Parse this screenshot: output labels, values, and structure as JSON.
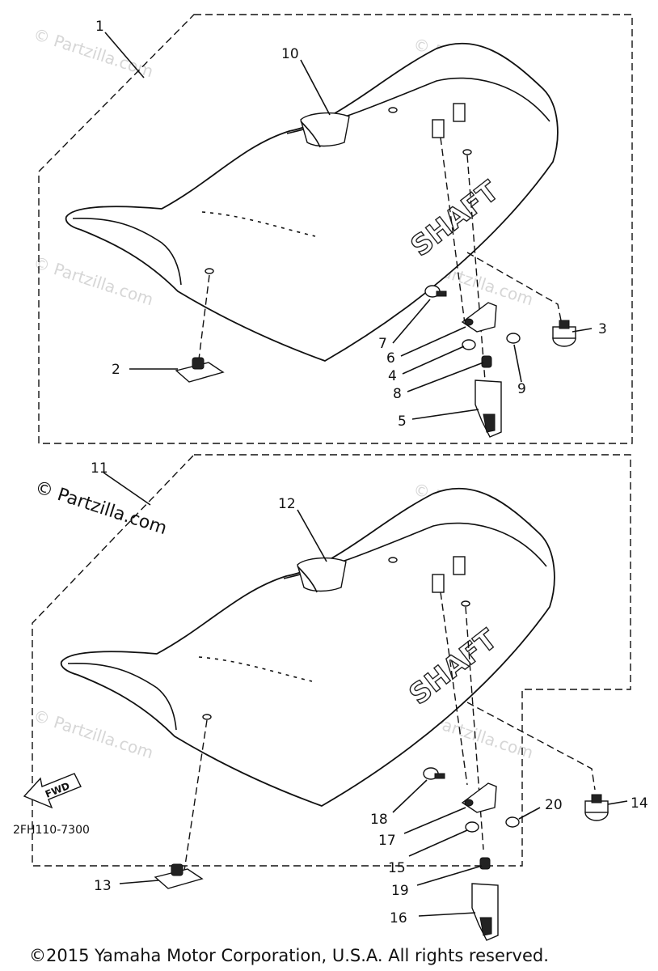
{
  "watermarks": {
    "faint": "© Partzilla.com",
    "main": "© Partzilla.com"
  },
  "seat_1": {
    "assembly_label": "1",
    "shaft_text": "SHAFT",
    "labels": {
      "p2": "2",
      "p3": "3",
      "p4": "4",
      "p5": "5",
      "p6": "6",
      "p7": "7",
      "p8": "8",
      "p9": "9",
      "p10": "10"
    }
  },
  "seat_2": {
    "assembly_label": "11",
    "shaft_text": "SHAFT",
    "labels": {
      "p12": "12",
      "p13": "13",
      "p14": "14",
      "p15": "15",
      "p16": "16",
      "p17": "17",
      "p18": "18",
      "p19": "19",
      "p20": "20"
    }
  },
  "fwd_arrow": {
    "text": "FWD"
  },
  "diagram_code": "2FH110-7300",
  "copyright": "©2015  Yamaha Motor Corporation, U.S.A. All rights reserved."
}
